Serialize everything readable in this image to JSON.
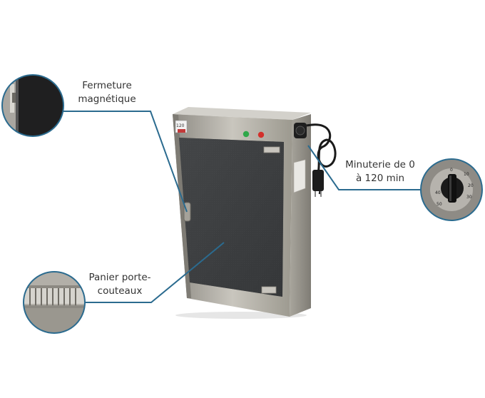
{
  "callouts": {
    "fermeture": {
      "line1": "Fermeture",
      "line2": "magnétique"
    },
    "minuterie": {
      "line1": "Minuterie de 0",
      "line2": "à 120 min"
    },
    "panier": {
      "line1": "Panier porte-",
      "line2": "couteaux"
    }
  },
  "device_label": "120",
  "timer_dial": {
    "marks": [
      "0",
      "10",
      "20",
      "30",
      "40",
      "50"
    ]
  },
  "colors": {
    "callout_line": "#2b6b8f",
    "circle_border": "#2b6b8f",
    "steel": "#b9b6ae",
    "door_panel": "#3e4042",
    "led_green": "#2fa84a",
    "led_red": "#d3302b"
  }
}
